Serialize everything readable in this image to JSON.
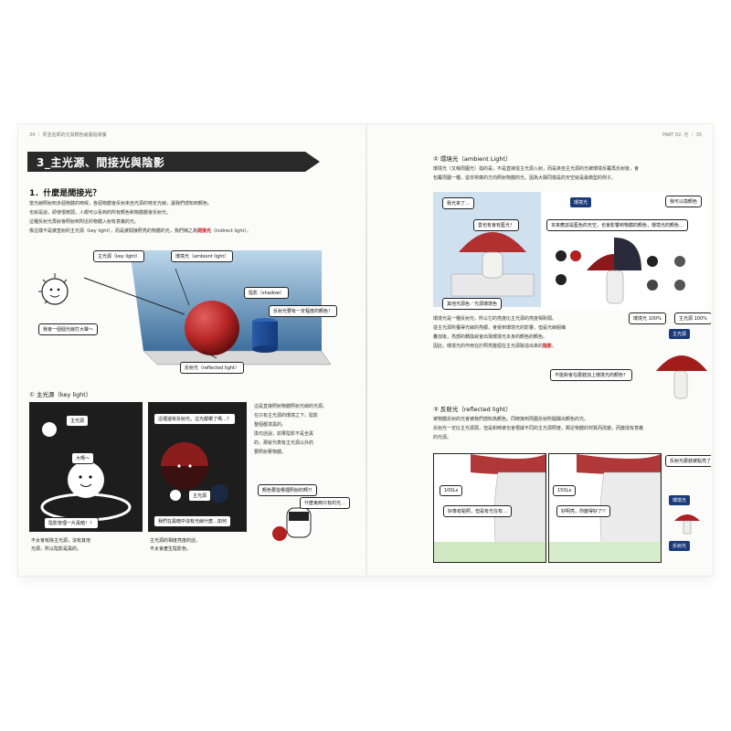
{
  "left_page": {
    "running_head": "34 ｜ 厚塗名師的光與顏色繪畫指導課",
    "section_title": "3_主光源、間接光與陰影",
    "heading": "1．什麼是間接光？",
    "intro_lines": [
      "當光線照射到多個物體的時候，各個物體會反射來自光源的特定光線，讓我們感知到顏色。",
      "也就是說，即使很微弱，人眼可以看到的所有顏色和物體都會反射光。",
      "這種反射光再射會照射到附近的物體入射有意義的光。",
      "像這樣不是被直射的主光源（key light），而是被間接照亮的物體的光，我們稱之為"
    ],
    "intro_highlight": "間接光",
    "intro_tail": "（indirect light）。",
    "diagram_labels": {
      "key_light": "主光源（key light）",
      "ambient_light": "環境光（ambient light）",
      "shadow": "陰影（shadow）",
      "reflected_light": "反射光（reflected light）",
      "reflected_note": "反射光要有一定程度的顏色！",
      "sun_caption": "我會一個個光線打大聲～"
    },
    "subsection_key": "① 主光源（key light）",
    "key_panel_bubbles": {
      "main_light": "主光源",
      "bang": "大嗎～",
      "shadow_comic": "陰影管理一片黑暗！！",
      "comic_question": "這裡還有反射光，這光都哪了嗎…？",
      "comic_main": "主光源",
      "comic_dark": "我們在黑暗中沒有光線什麼…如何",
      "manga_note": "顏色要從哪裡照射的啊?!",
      "manga_note2": "什麼東西只有的光…"
    },
    "key_text_lines": [
      "這是直接照射物體照射光線的光源。",
      "在只有主光源的環境之下，陰影",
      "整個都漆黑的。",
      "換句話說，如果陰影不是全黑",
      "的，那就代表有主光源以外的",
      "要照射著物體。"
    ],
    "panel_captions": {
      "left": [
        "不太會有除主光源，沒有其他",
        "光源，所以陰影是黑的。"
      ],
      "mid": [
        "主光源的相度亮度的話，",
        "不太會產生陰影色。"
      ]
    }
  },
  "right_page": {
    "running_head": "PART 02. 光 ｜ 35",
    "subsection_ambient": "② 環境光（ambient Light）",
    "ambient_lines": [
      "環境光（又稱周圍光）指的是，不是直接從主光源入射，而是來自主光源的光被環境反覆再反射後，會",
      "包覆周圍一種，從非常廣的方向照射物體的光，因為大陽同樣是的天空就是最典型的例子。"
    ],
    "ambient_illus": {
      "sky": "我光來了…",
      "clouds": "雲也有會有藍光！",
      "ambient": "環境光",
      "top_right": "我可以換顏色",
      "note": "本來應該是藍色的天空，也會影響到物體的顏色，環境光的顏色…",
      "mushroom_note": "其他光源色／光源環境色"
    },
    "ambient_text_lines": [
      "環境光是一種反射光，所以它的亮度比主光源的亮度相對弱。",
      "從主光源所獲得光線的亮都，會受到環境光的影響，但是光線組織",
      "疊加後，亮部的轉換就會出現環境光本身的顏色的顏色。",
      "因此，環境光的作用在於照亮整個在主光源製造出來的"
    ],
    "ambient_highlight": "陰影",
    "ambient_tail": "。",
    "mini_labels": {
      "ambient_box": "環境光 100%",
      "key_box": "主光源 100%",
      "main_light_tag": "主光源",
      "bottom_bubble": "不能對會在蘑菇加上環境光的顏色？"
    },
    "subsection_reflected": "③ 反射光（reflected light）",
    "reflected_lines": [
      "被物體反射的光會被我們感知為顏色。同時接到周圍反射所醞釀出顏色的光。",
      "反射光一定比主光源弱，但是和時被也會根據不同的主光源照度，鄰近物體的材質而改變，而變成有意義",
      "的光源。"
    ],
    "reflected_illus": {
      "lux1": "100Lx",
      "lux2": "150Lx",
      "bubble1": "好像有點照，但是有光在有…",
      "bubble2": "好明亮，你變得好了!!",
      "right_bubble": "反射光蘑菇被點亮了",
      "ambient_tag": "環境光",
      "reflected_tag": "反射光"
    }
  },
  "colors": {
    "accent_red": "#c61a1a",
    "section_bar": "#2a2a2a",
    "blue_tag": "#1b3a7a"
  }
}
